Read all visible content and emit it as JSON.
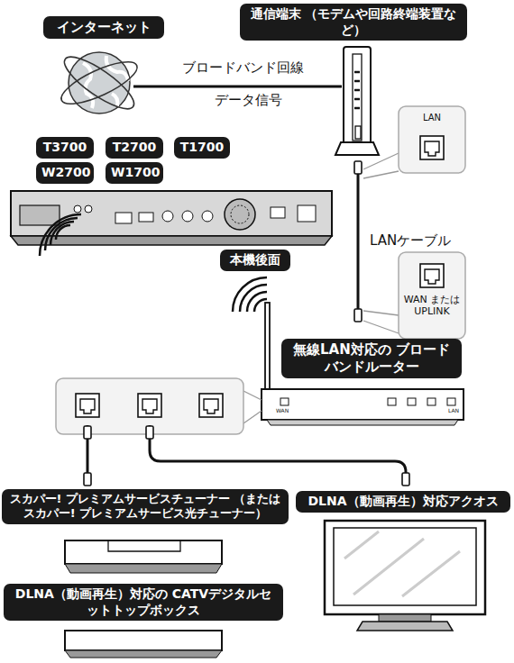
{
  "diagram": {
    "nodes": [
      {
        "text": [
          "インターネット"
        ]
      },
      {
        "text": [
          "通信端末 （モデムや回路終端装置など）"
        ]
      },
      {
        "text": [
          "LAN"
        ]
      },
      {
        "text": [
          "T3700"
        ]
      },
      {
        "text": [
          "T2700"
        ]
      },
      {
        "text": [
          "T1700"
        ]
      },
      {
        "text": [
          "W2700"
        ]
      },
      {
        "text": [
          "W1700"
        ]
      },
      {
        "text": [
          "本機後面"
        ]
      },
      {
        "text": [
          "WAN または UPLINK"
        ]
      },
      {
        "text": [
          "無線LAN対応の ブロードバンドルーター"
        ]
      },
      {
        "text": [
          "スカパー! プレミアムサービスチューナー （またはスカパー! プレミアムサービス光チューナー）"
        ]
      },
      {
        "text": [
          "DLNA（動画再生）対応アクオス"
        ]
      },
      {
        "text": [
          "DLNA（動画再生）対応の CATVデジタルセットトップボックス"
        ]
      }
    ],
    "labels": [
      "ブロードバンド回線",
      "データ信号",
      "LANケーブル",
      "WAN",
      "LAN"
    ]
  }
}
